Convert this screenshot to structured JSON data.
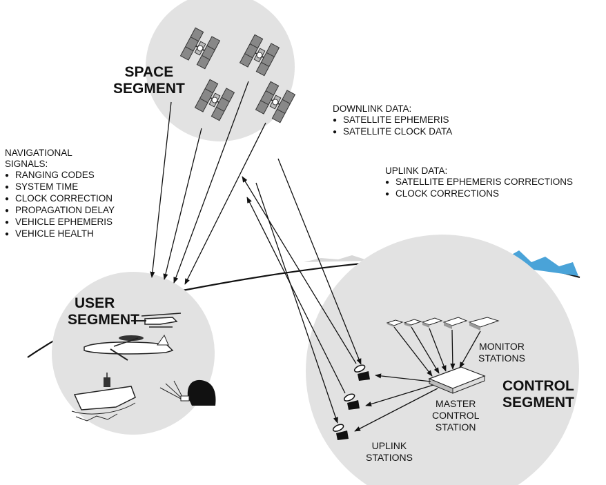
{
  "segments": {
    "space": [
      "SPACE",
      "SEGMENT"
    ],
    "user": [
      "USER",
      "SEGMENT"
    ],
    "control": [
      "CONTROL",
      "SEGMENT"
    ]
  },
  "navigational": {
    "heading": [
      "NAVIGATIONAL",
      "SIGNALS:"
    ],
    "items": [
      "RANGING CODES",
      "SYSTEM TIME",
      "CLOCK CORRECTION",
      "PROPAGATION DELAY",
      "VEHICLE EPHEMERIS",
      "VEHICLE HEALTH"
    ]
  },
  "downlink": {
    "heading": "DOWNLINK DATA:",
    "items": [
      "SATELLITE EPHEMERIS",
      "SATELLITE CLOCK DATA"
    ]
  },
  "uplink": {
    "heading": "UPLINK DATA:",
    "items": [
      "SATELLITE EPHEMERIS CORRECTIONS",
      "CLOCK CORRECTIONS"
    ]
  },
  "stations": {
    "monitor": [
      "MONITOR",
      "STATIONS"
    ],
    "master": [
      "MASTER",
      "CONTROL",
      "STATION"
    ],
    "uplink": [
      "UPLINK",
      "STATIONS"
    ]
  },
  "colors": {
    "circle": "#e2e2e2",
    "mountain": "#4aa3d8",
    "ink": "#111111"
  }
}
